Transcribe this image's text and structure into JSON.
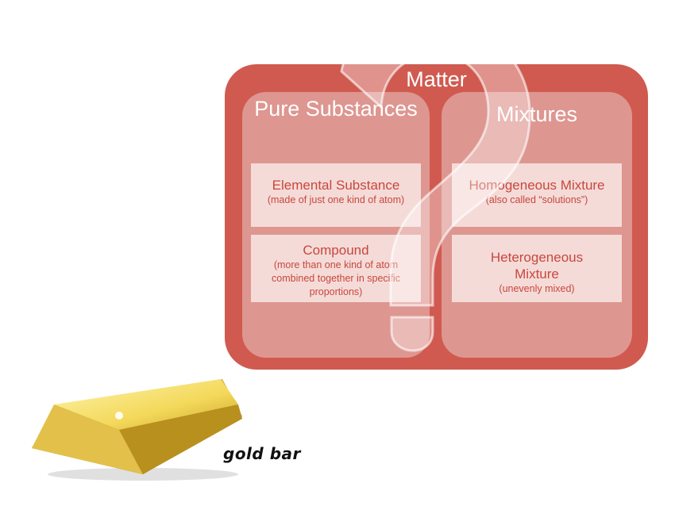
{
  "diagram": {
    "title": "Matter",
    "columns": [
      {
        "title": "Pure Substances",
        "items": [
          {
            "heading": "Elemental Substance",
            "subtitle": "(made of just one kind of atom)"
          },
          {
            "heading": "Compound",
            "subtitle": "(more than one kind of atom combined together in specific proportions)"
          }
        ]
      },
      {
        "title": "Mixtures",
        "items": [
          {
            "heading": "Homogeneous Mixture",
            "subtitle": "(also called “solutions”)"
          },
          {
            "heading": "Heterogeneous Mixture",
            "subtitle": "(unevenly mixed)"
          }
        ]
      }
    ]
  },
  "image_label": "gold bar",
  "colors": {
    "outer": "#d05a50",
    "column": "#de9690",
    "band": "#f4dbd8",
    "text_accent": "#c9473d"
  }
}
